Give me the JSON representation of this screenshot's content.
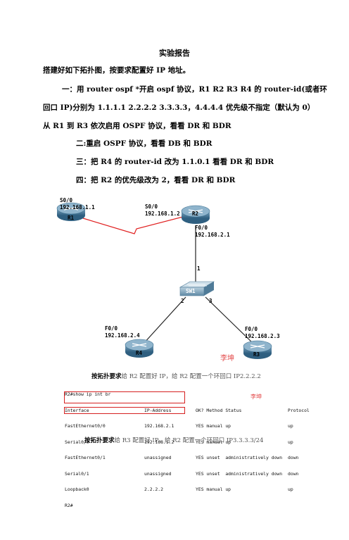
{
  "doc": {
    "title": "实验报告",
    "task": "搭建好如下拓扑图，按要求配置好 IP 地址。",
    "p1a": "一：用 router ospf *开启 ospf 协议，R1 R2 R3     R4 的 router-id(或者环",
    "p1b": "回口 IP)分别为 1.1.1.1    2.2.2.2    3.3.3.3，4.4.4.4 优先级不指定（默认为 0）",
    "p1c": "从 R1 到 R3 依次启用 OSPF 协议，看看 DR 和 BDR",
    "p2": "二:重启 OSPF 协议，看看 DB 和 BDR",
    "p3": "三：把 R4 的 router-id 改为 1.1.0.1 看看 DR 和 BDR",
    "p4": "四：把 R2 的优先级改为 2，看看 DR 和 BDR"
  },
  "topology": {
    "r1": {
      "name": "R1",
      "if": "S0/0",
      "ip": "192.168.1.1"
    },
    "r2": {
      "name": "R2",
      "if_s": "S0/0",
      "ip_s": "192.168.1.2",
      "if_f": "F0/0",
      "ip_f": "192.168.2.1"
    },
    "sw": {
      "name": "SW1",
      "p1": "1",
      "p2": "2",
      "p3": "3"
    },
    "r4": {
      "name": "R4",
      "if": "F0/0",
      "ip": "192.168.2.4"
    },
    "r3": {
      "name": "R3",
      "if": "F0/0",
      "ip": "192.168.2.3"
    },
    "watermark": "李坤",
    "colors": {
      "router": "#3c6f8f",
      "link": "#222222",
      "serial": "#e02020",
      "watermark": "#e34a4a"
    }
  },
  "captions": {
    "c1_bold": "按拓扑要求",
    "c1_rest": "给 R2 配置好 IP，给 R2 配置一个环回口 IP2.2.2.2",
    "c2_bold": "按拓扑要求",
    "c2_rest": "给 R3 配置好 IP，给 R2 配置一个环回口 IP3.3.3.3/24"
  },
  "terminal": {
    "cmd": "R2#show ip int br",
    "headers": [
      "Interface",
      "IP-Address",
      "OK? Method Status",
      "Protocol"
    ],
    "rows": [
      [
        "FastEthernet0/0",
        "192.168.2.1",
        "YES manual up",
        "up"
      ],
      [
        "Serial0/0",
        "192.168.1.2",
        "YES manual up",
        "up"
      ],
      [
        "FastEthernet0/1",
        "unassigned",
        "YES unset  administratively down",
        "down"
      ],
      [
        "Serial0/1",
        "unassigned",
        "YES unset  administratively down",
        "down"
      ],
      [
        "Loopback0",
        "2.2.2.2",
        "YES manual up",
        "up"
      ]
    ],
    "prompt": "R2#",
    "watermark": "李坤"
  }
}
